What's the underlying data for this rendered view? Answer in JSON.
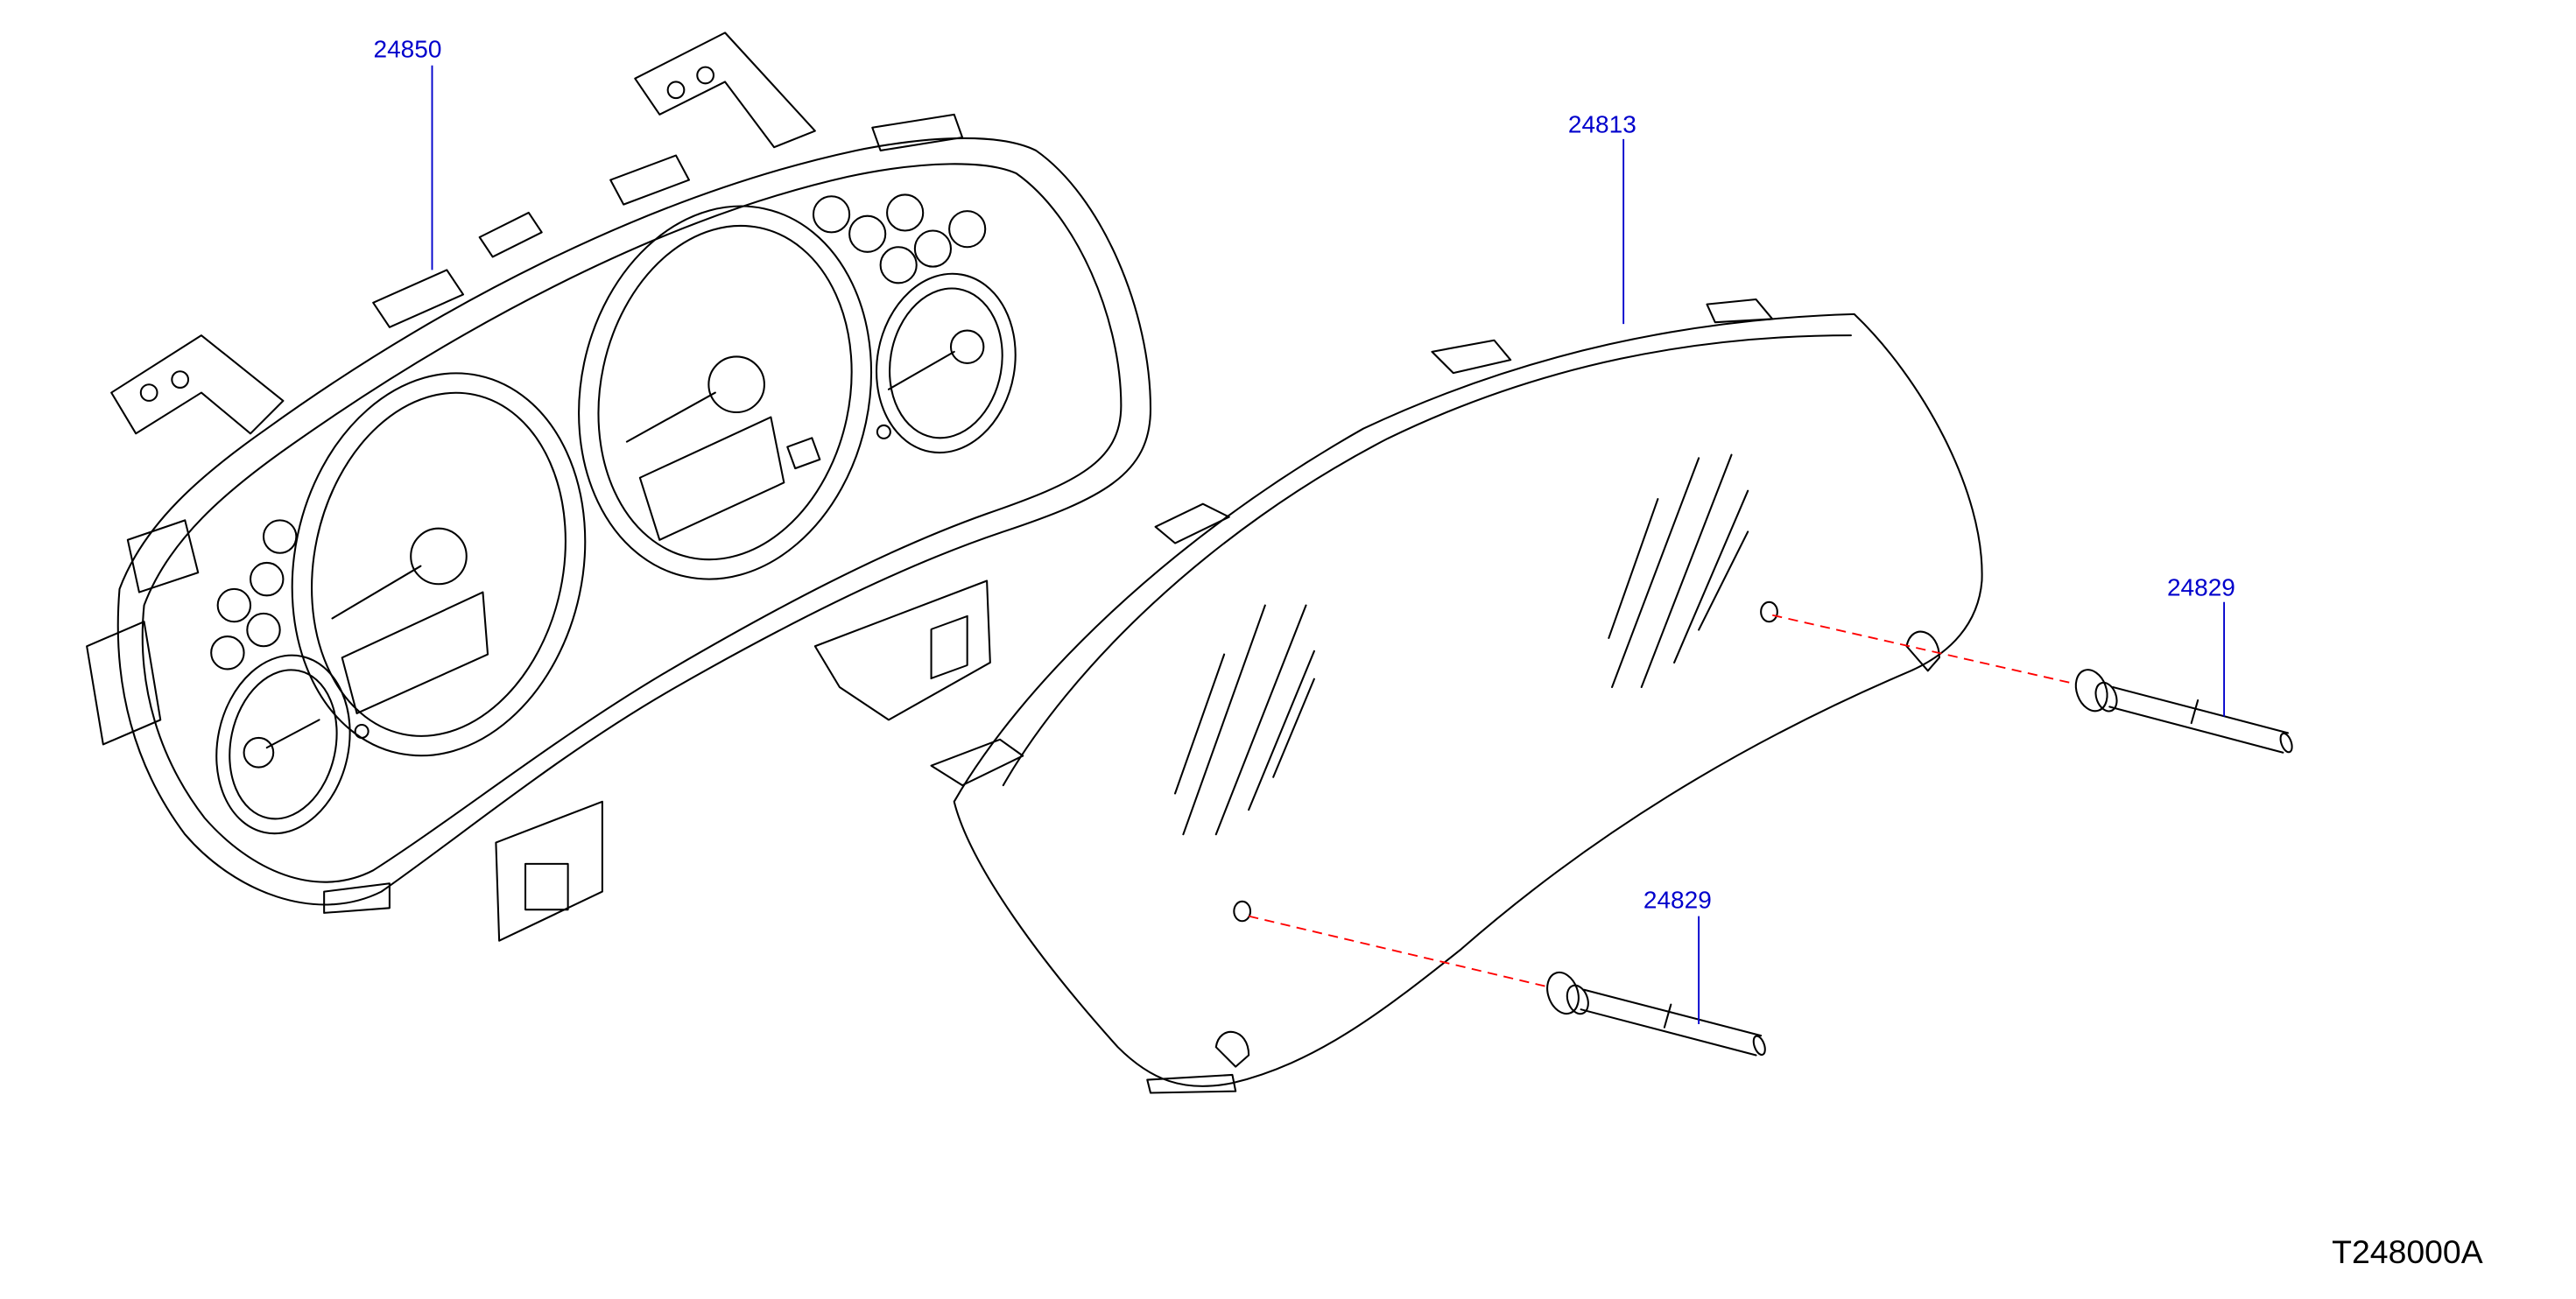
{
  "diagram": {
    "parts": {
      "cluster_label": "24850",
      "cover_label": "24813",
      "screw_upper_label": "24829",
      "screw_lower_label": "24829"
    },
    "code": "T248000A"
  },
  "colors": {
    "line": "#000000",
    "label": "#0000cc",
    "guide": "#ff0000"
  }
}
